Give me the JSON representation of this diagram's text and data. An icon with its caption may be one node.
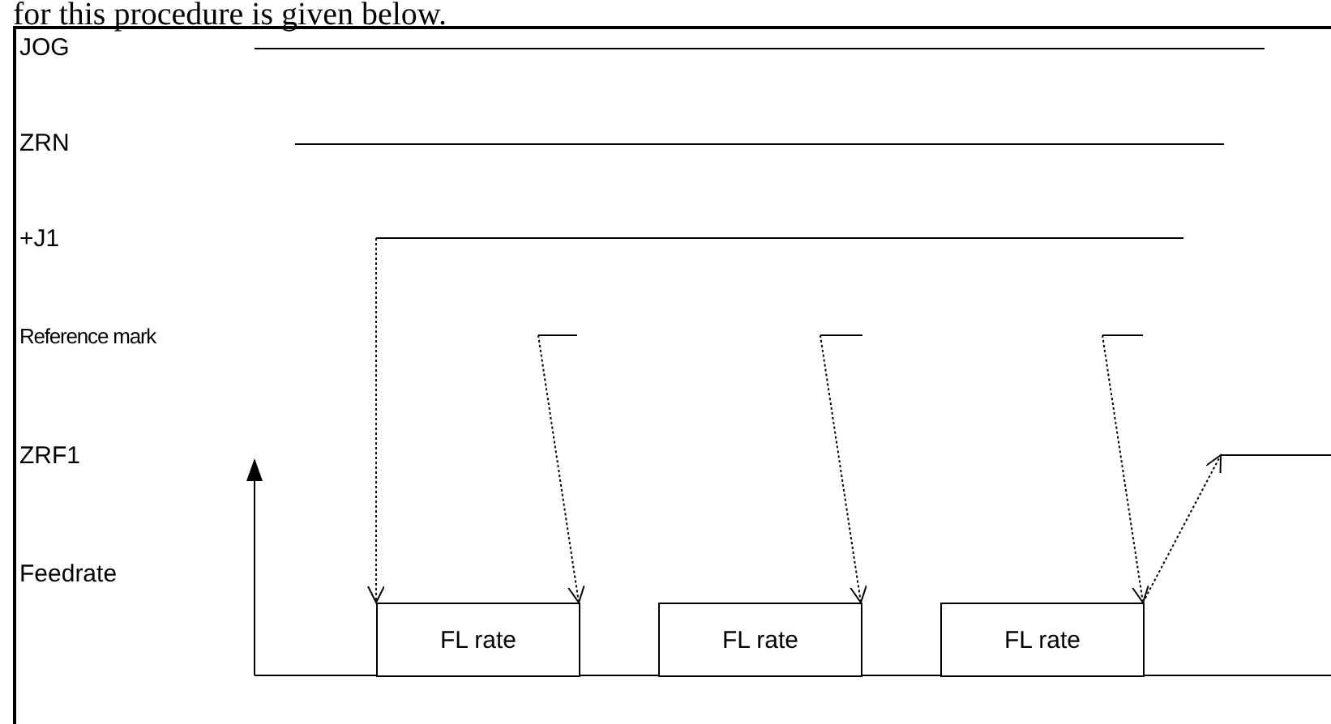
{
  "diagram": {
    "nodes": [
      {
        "text": [
          "FL rate"
        ]
      },
      {
        "text": [
          "FL rate"
        ]
      },
      {
        "text": [
          "FL rate"
        ]
      }
    ],
    "edges": [
      {
        "from": null,
        "to": 0,
        "arrow": "to",
        "style": "dashed"
      },
      {
        "from": null,
        "to": 0,
        "arrow": "to",
        "style": "dashed"
      },
      {
        "from": null,
        "to": 1,
        "arrow": "to",
        "style": "dashed"
      },
      {
        "from": null,
        "to": 2,
        "arrow": "to",
        "style": "dashed"
      },
      {
        "from": 2,
        "to": null,
        "arrow": "to",
        "style": "dashed"
      }
    ],
    "labels": [
      "for this procedure is given below.",
      "JOG",
      "ZRN",
      "+J1",
      "Reference mark",
      "ZRF1",
      "Feedrate"
    ]
  }
}
